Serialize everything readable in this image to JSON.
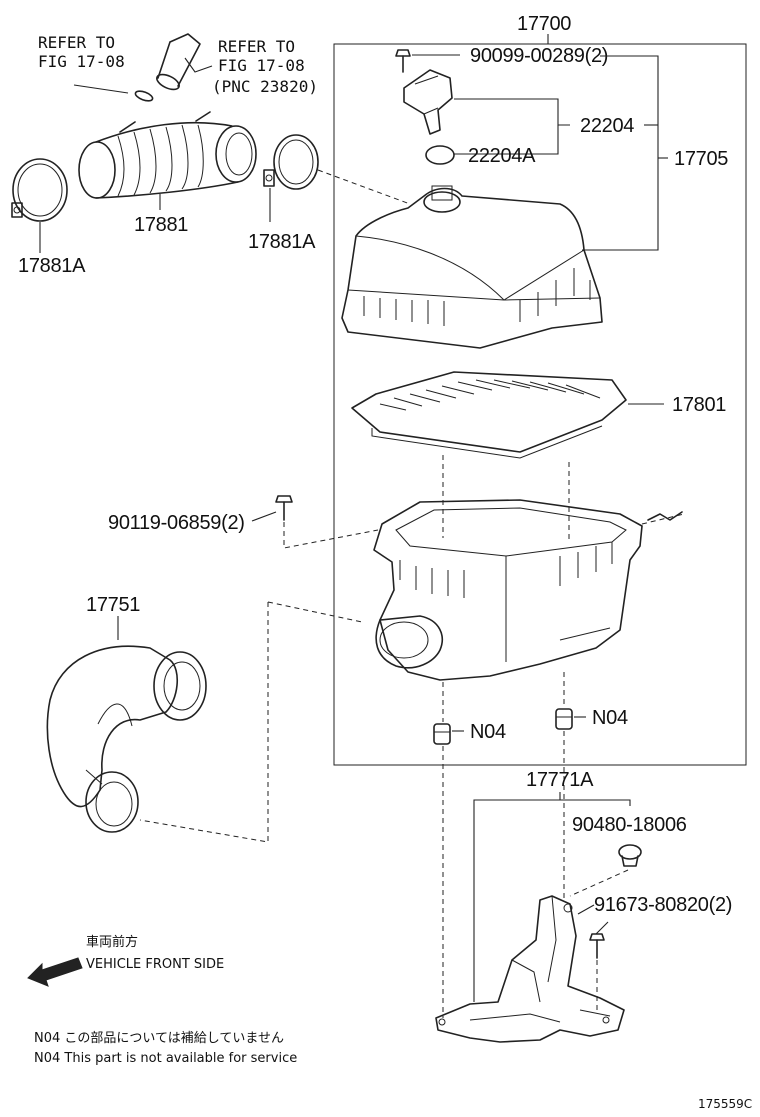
{
  "diagram": {
    "refer_to_1": [
      "REFER TO",
      "FIG 17-08"
    ],
    "refer_to_2": [
      "REFER TO",
      "FIG 17-08",
      "(PNC 23820)"
    ],
    "labels": {
      "p17700": "17700",
      "p90099": "90099-00289(2)",
      "p22204": "22204",
      "p22204A": "22204A",
      "p17705": "17705",
      "p17801": "17801",
      "p17881": "17881",
      "p17881A_left": "17881A",
      "p17881A_right": "17881A",
      "p90119": "90119-06859(2)",
      "p17751": "17751",
      "n04_a": "N04",
      "n04_b": "N04",
      "p17771A": "17771A",
      "p90480": "90480-18006",
      "p91673": "91673-80820(2)"
    },
    "direction": {
      "jp": "車両前方",
      "en": "VEHICLE FRONT SIDE"
    },
    "notes": {
      "jp": "N04  この部品については補給していません",
      "en": "N04  This part is not available for service"
    },
    "figure_id": "175559C"
  }
}
